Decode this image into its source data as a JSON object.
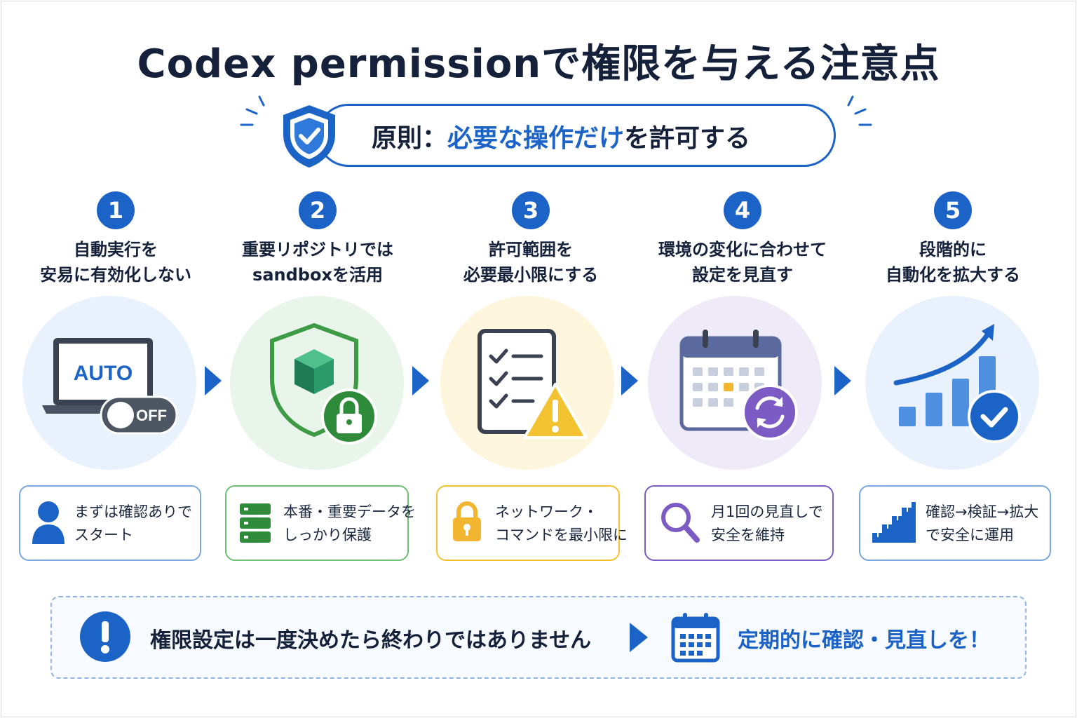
{
  "title": "Codex permissionで権限を与える注意点",
  "principle": {
    "prefix": "原則：",
    "highlight": "必要な操作だけ",
    "suffix": "を許可する"
  },
  "steps": [
    {
      "number": "1",
      "title_line1": "自動実行を",
      "title_line2": "安易に有効化しない",
      "screen_label": "AUTO",
      "toggle_label": "OFF",
      "card_line1": "まずは確認ありで",
      "card_line2": "スタート"
    },
    {
      "number": "2",
      "title_line1": "重要リポジトリでは",
      "title_line2": "sandboxを活用",
      "card_line1": "本番・重要データを",
      "card_line2": "しっかり保護"
    },
    {
      "number": "3",
      "title_line1": "許可範囲を",
      "title_line2": "必要最小限にする",
      "card_line1": "ネットワーク・",
      "card_line2": "コマンドを最小限に"
    },
    {
      "number": "4",
      "title_line1": "環境の変化に合わせて",
      "title_line2": "設定を見直す",
      "card_line1": "月1回の見直しで",
      "card_line2": "安全を維持"
    },
    {
      "number": "5",
      "title_line1": "段階的に",
      "title_line2": "自動化を拡大する",
      "card_line1": "確認→検証→拡大",
      "card_line2": "で安全に運用"
    }
  ],
  "bottom": {
    "left_text": "権限設定は一度決めたら終わりではありません",
    "right_text": "定期的に確認・見直しを！"
  },
  "icons": {
    "principle": "shield-check-icon",
    "step1": "laptop-auto-off-icon",
    "step2": "shield-cube-lock-icon",
    "step3": "checklist-warning-icon",
    "step4": "calendar-refresh-icon",
    "step5": "growth-chart-check-icon",
    "card1": "user-icon",
    "card2": "database-icon",
    "card3": "lock-icon",
    "card4": "magnifier-icon",
    "card5": "stairs-icon",
    "bottom_alert": "exclamation-icon",
    "bottom_calendar": "calendar-icon"
  },
  "colors": {
    "accent": "#1b63c6",
    "step1_bg": "#e8f1fc",
    "step2_bg": "#e9f5ea",
    "step3_bg": "#fdf6dc",
    "step4_bg": "#efeaf8",
    "step5_bg": "#e9f2fc",
    "card1_border": "#7aa7e0",
    "card2_border": "#6dbf73",
    "card3_border": "#f2c230",
    "card4_border": "#7c5cc4",
    "card5_border": "#7aa7e0"
  }
}
